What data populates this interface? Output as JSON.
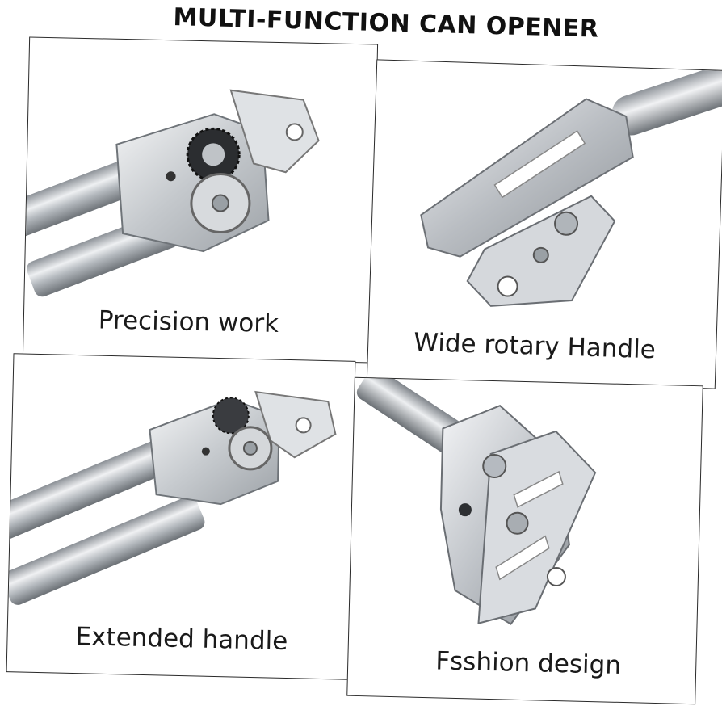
{
  "title": "MULTI-FUNCTION CAN OPENER",
  "panels": [
    {
      "caption": "Precision work",
      "icon": "can-opener-gear-closeup-photo"
    },
    {
      "caption": "Wide rotary Handle",
      "icon": "can-opener-rotary-handle-photo"
    },
    {
      "caption": "Extended handle",
      "icon": "can-opener-extended-handle-photo"
    },
    {
      "caption": "Fsshion design",
      "icon": "can-opener-side-design-photo"
    }
  ],
  "colors": {
    "steel": "#c9ccd0",
    "steel_dark": "#7d8288",
    "border": "#2a2a2a",
    "text": "#1a1a1a"
  }
}
